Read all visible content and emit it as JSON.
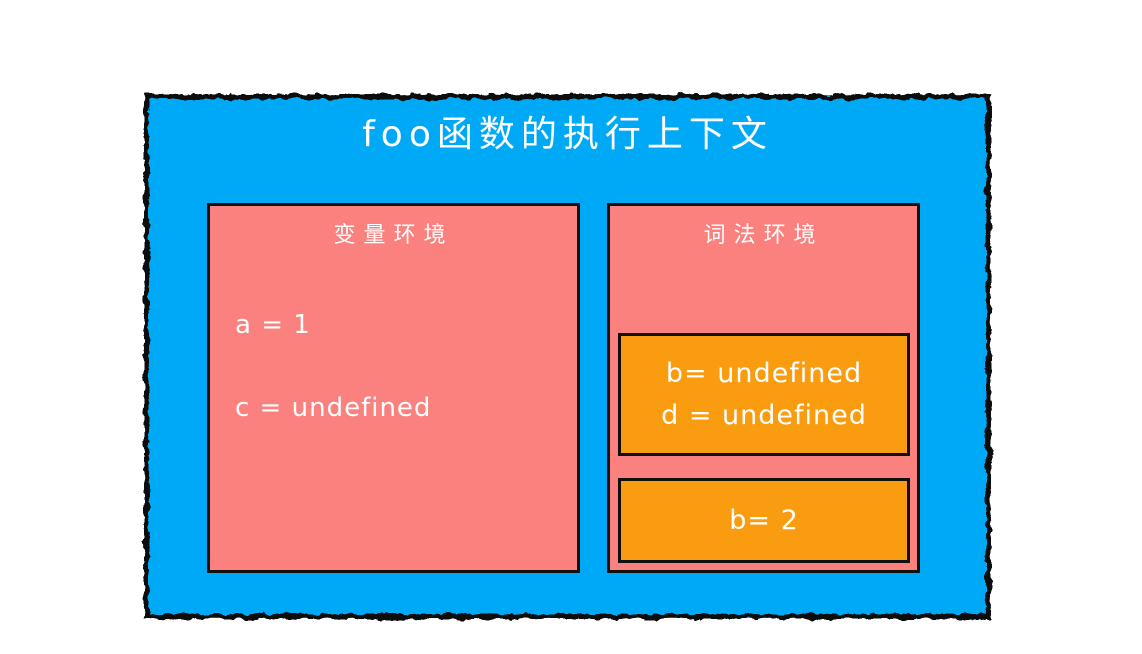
{
  "diagram": {
    "title": "foo函数的执行上下文",
    "variable_environment": {
      "label": "变量环境",
      "entries": [
        "a = 1",
        "c = undefined"
      ]
    },
    "lexical_environment": {
      "label": "词法环境",
      "blocks": [
        {
          "lines": [
            "b= undefined",
            "d = undefined"
          ]
        },
        {
          "lines": [
            "b= 2"
          ]
        }
      ]
    },
    "colors": {
      "outer_bg": "#00A9F5",
      "env_bg": "#FA817E",
      "block_bg": "#F99C0F",
      "border": "#101010",
      "text": "#FFFFFF"
    }
  }
}
